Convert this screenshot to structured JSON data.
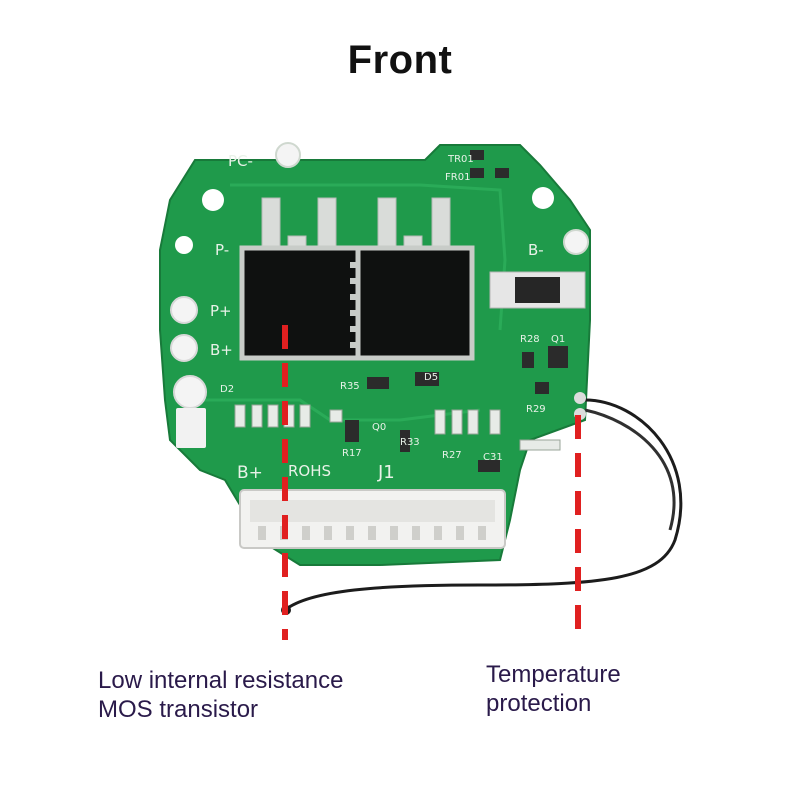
{
  "title": "Front",
  "board": {
    "labels": {
      "pc_minus": "PC-",
      "p_minus": "P-",
      "p_plus": "P+",
      "b_plus_left": "B+",
      "b_minus": "B-",
      "b_plus_bottom": "B+",
      "rohs": "ROHS",
      "connector": "J1",
      "fr01": "FR01",
      "tr01": "TR01",
      "r35": "R35",
      "r28": "R28",
      "q1": "Q1",
      "r29": "R29",
      "r27": "R27",
      "r33": "R33",
      "c31": "C31",
      "d5": "D5",
      "d2": "D2",
      "r17": "R17",
      "q0": "Q0"
    }
  },
  "captions": {
    "left_line1": "Low internal resistance",
    "left_line2": "MOS transistor",
    "right_line1": "Temperature",
    "right_line2": "protection"
  },
  "colors": {
    "pcb": "#1e9a4a",
    "marker": "#e02020"
  }
}
